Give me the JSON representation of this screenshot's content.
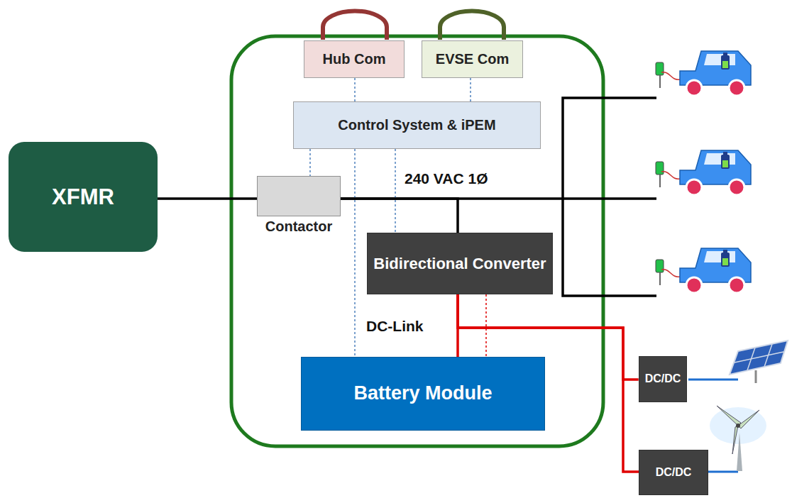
{
  "diagram": {
    "nodes": [
      {
        "text": [
          "XFMR"
        ]
      },
      {
        "text": [
          "Hub Com"
        ]
      },
      {
        "text": [
          "EVSE Com"
        ]
      },
      {
        "text": [
          "Control System & iPEM"
        ]
      },
      {
        "text": [
          "Contactor"
        ]
      },
      {
        "text": [
          "Bidirectional Converter"
        ]
      },
      {
        "text": [
          "Battery Module"
        ]
      },
      {
        "text": [
          "DC/DC"
        ]
      },
      {
        "text": [
          "DC/DC"
        ]
      }
    ],
    "edges": [
      {
        "from": 0,
        "to": 4,
        "arrow": "none"
      },
      {
        "from": 1,
        "to": 3,
        "arrow": "none"
      },
      {
        "from": 2,
        "to": 3,
        "arrow": "none"
      },
      {
        "from": 3,
        "to": 4,
        "arrow": "none"
      },
      {
        "from": 3,
        "to": 5,
        "arrow": "none"
      },
      {
        "from": 3,
        "to": 6,
        "arrow": "none"
      },
      {
        "from": 4,
        "to": 5,
        "arrow": "none"
      },
      {
        "from": 5,
        "to": 6,
        "arrow": "none"
      },
      {
        "from": 5,
        "to": 6,
        "arrow": "none"
      },
      {
        "from": 5,
        "to": 7,
        "arrow": "none"
      },
      {
        "from": 5,
        "to": 8,
        "arrow": "none"
      }
    ],
    "labels": [
      "240 VAC 1Ø",
      "DC-Link"
    ]
  }
}
